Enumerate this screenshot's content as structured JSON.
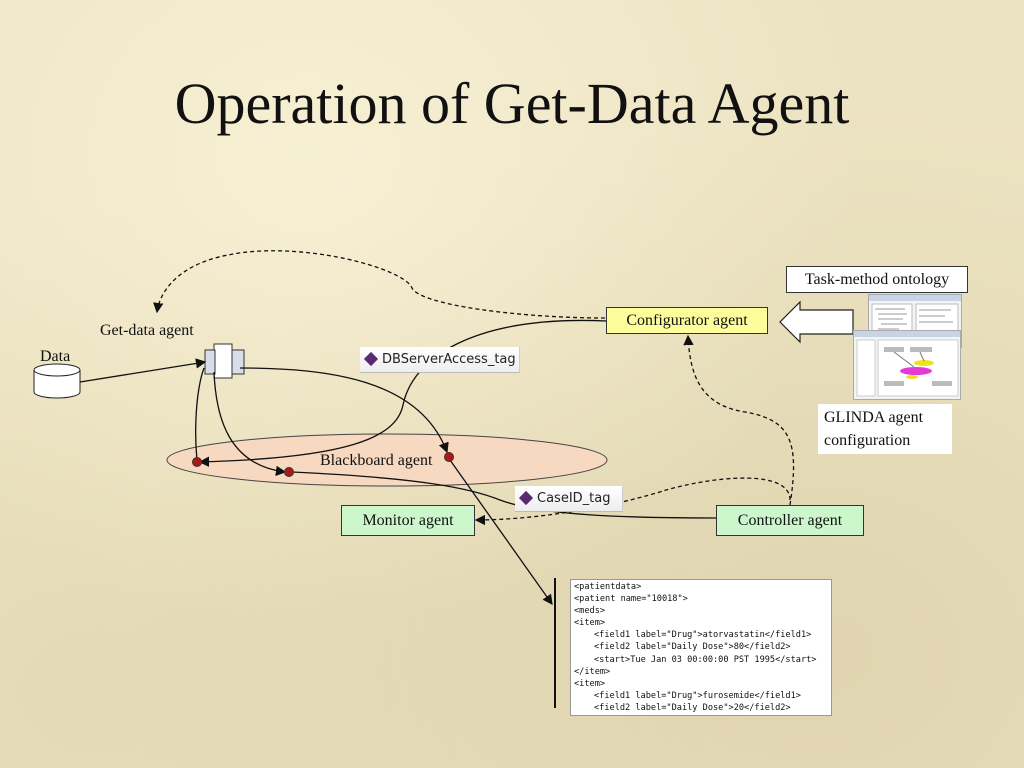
{
  "slide": {
    "title": "Operation of Get-Data Agent"
  },
  "labels": {
    "data": "Data",
    "get_data_agent": "Get-data agent",
    "blackboard_agent": "Blackboard agent",
    "task_method_ontology": "Task-method ontology",
    "glinda_line1": "GLINDA agent",
    "glinda_line2": "configuration"
  },
  "agents": {
    "configurator": "Configurator agent",
    "monitor": "Monitor agent",
    "controller": "Controller agent"
  },
  "tags": {
    "db_server": "DBServerAccess_tag",
    "case_id": "CaseID_tag"
  },
  "xml_lines": [
    {
      "text": "<patientdata>",
      "indent": false
    },
    {
      "text": "<patient name=\"10018\">",
      "indent": false
    },
    {
      "text": "<meds>",
      "indent": false
    },
    {
      "text": "<item>",
      "indent": false
    },
    {
      "text": "<field1 label=\"Drug\">atorvastatin</field1>",
      "indent": true
    },
    {
      "text": "<field2 label=\"Daily Dose\">80</field2>",
      "indent": true
    },
    {
      "text": "<start>Tue Jan 03 00:00:00 PST 1995</start>",
      "indent": true
    },
    {
      "text": "</item>",
      "indent": false
    },
    {
      "text": "<item>",
      "indent": false
    },
    {
      "text": "<field1 label=\"Drug\">furosemide</field1>",
      "indent": true
    },
    {
      "text": "<field2 label=\"Daily Dose\">20</field2>",
      "indent": true
    }
  ],
  "colors": {
    "agent_green": "#ccf6cc",
    "configurator_yellow": "#fdfd9c",
    "blackboard_fill": "#f7d8c0",
    "marker_red": "#b01818",
    "tag_diamond": "#5b2a6e"
  }
}
